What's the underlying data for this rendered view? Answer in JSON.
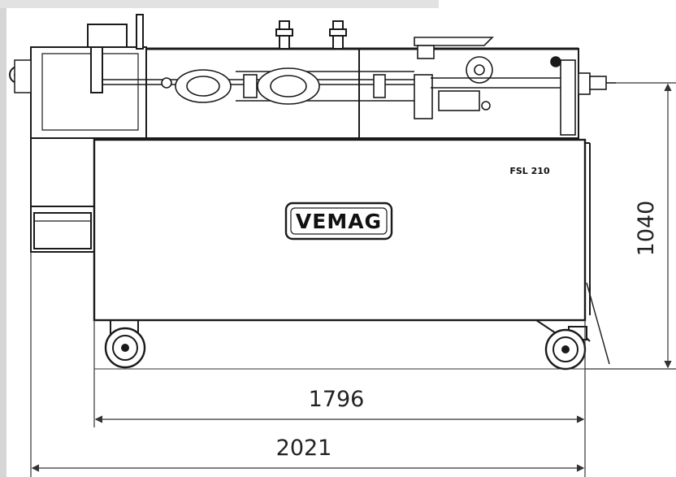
{
  "drawing": {
    "logo_text": "VEMAG",
    "model_label": "FSL 210"
  },
  "dimensions": {
    "height": "1040",
    "inner_width": "1796",
    "overall_width": "2021"
  },
  "colors": {
    "line": "#1a1a1a",
    "dim_line": "#333333",
    "fill": "#ffffff",
    "frame_gray": "#d4d4d4"
  }
}
